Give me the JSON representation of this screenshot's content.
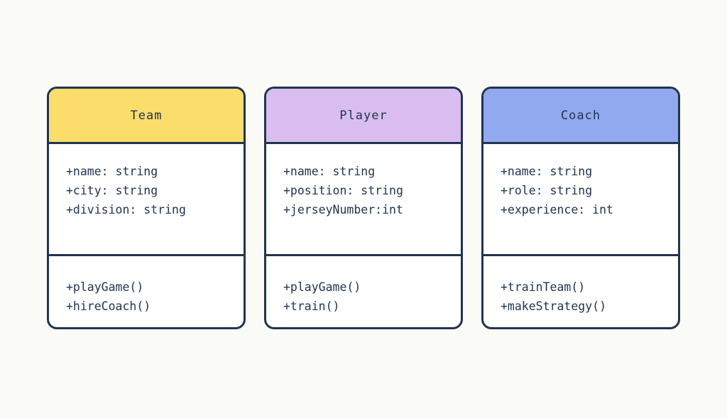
{
  "diagram": {
    "type": "uml-class-diagram",
    "background_color": "#fafaf6",
    "border_color": "#22344e",
    "text_color": "#22344e"
  },
  "classes": [
    {
      "name": "Team",
      "header_color": "#fbdd6c",
      "attributes": [
        "+name: string",
        "+city: string",
        "+division: string"
      ],
      "methods": [
        "+playGame()",
        "+hireCoach()"
      ]
    },
    {
      "name": "Player",
      "header_color": "#d9bdf0",
      "attributes": [
        "+name: string",
        "+position: string",
        "+jerseyNumber:int"
      ],
      "methods": [
        "+playGame()",
        "+train()"
      ]
    },
    {
      "name": "Coach",
      "header_color": "#90a9ef",
      "attributes": [
        "+name: string",
        "+role: string",
        "+experience: int"
      ],
      "methods": [
        "+trainTeam()",
        "+makeStrategy()"
      ]
    }
  ]
}
